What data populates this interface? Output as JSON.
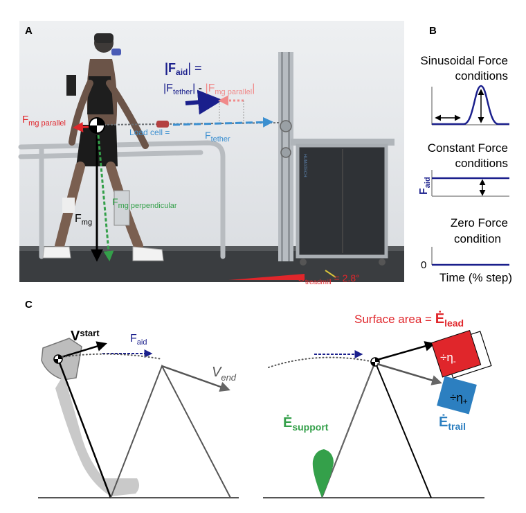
{
  "panels": {
    "a": "A",
    "b": "B",
    "c": "C"
  },
  "panel_a": {
    "f_aid_eq": {
      "F": "|F",
      "sub": "aid",
      "end": "| ="
    },
    "f_tether": {
      "F": "|F",
      "sub": "tether",
      "end": "|"
    },
    "minus": " - ",
    "f_mg_parallel_abs": {
      "F": "|F",
      "sub": "mg parallel",
      "end": "|"
    },
    "f_mg_parallel": {
      "F": "F",
      "sub": "mg parallel"
    },
    "load_cell": "Load  cell  =",
    "f_tether_label": {
      "F": "F",
      "sub": "tether"
    },
    "f_mg_perp": {
      "F": "F",
      "sub": "mg perpendicular"
    },
    "f_mg": {
      "F": "F",
      "sub": "mg"
    },
    "theta": {
      "T": "Θ",
      "sub": "treadmill",
      "end": " = 2.8°"
    },
    "brand": "HUMATECH"
  },
  "panel_b": {
    "sinusoidal_title": [
      "Sinusoidal Force",
      "conditions"
    ],
    "constant_title": [
      "Constant Force",
      "conditions"
    ],
    "zero_title": [
      "Zero Force",
      "condition"
    ],
    "y_axis": {
      "F": "F",
      "sub": "aid"
    },
    "zero_tick": "0",
    "x_axis": "Time (% step)"
  },
  "panel_c": {
    "v_start": {
      "V": "V",
      "sub": "start"
    },
    "f_aid": {
      "F": "F",
      "sub": "aid"
    },
    "v_end": {
      "V": "V",
      "sub": "end"
    },
    "surface_area": "Surface area = ",
    "e_lead": {
      "E": "Ė",
      "sub": "lead"
    },
    "div_eta_minus": "÷η",
    "eta_minus_sub": "-",
    "div_eta_plus": "÷η",
    "eta_plus_sub": "+",
    "e_trail": {
      "E": "Ė",
      "sub": "trail"
    },
    "e_support": {
      "E": "Ė",
      "sub": "support"
    }
  },
  "colors": {
    "navy": "#1a1f8c",
    "red": "#e0262b",
    "pink": "#f08a8a",
    "cyan_blue": "#3b8fd0",
    "green": "#34a04a",
    "square_blue": "#2c7fc0",
    "grey": "#666666"
  }
}
